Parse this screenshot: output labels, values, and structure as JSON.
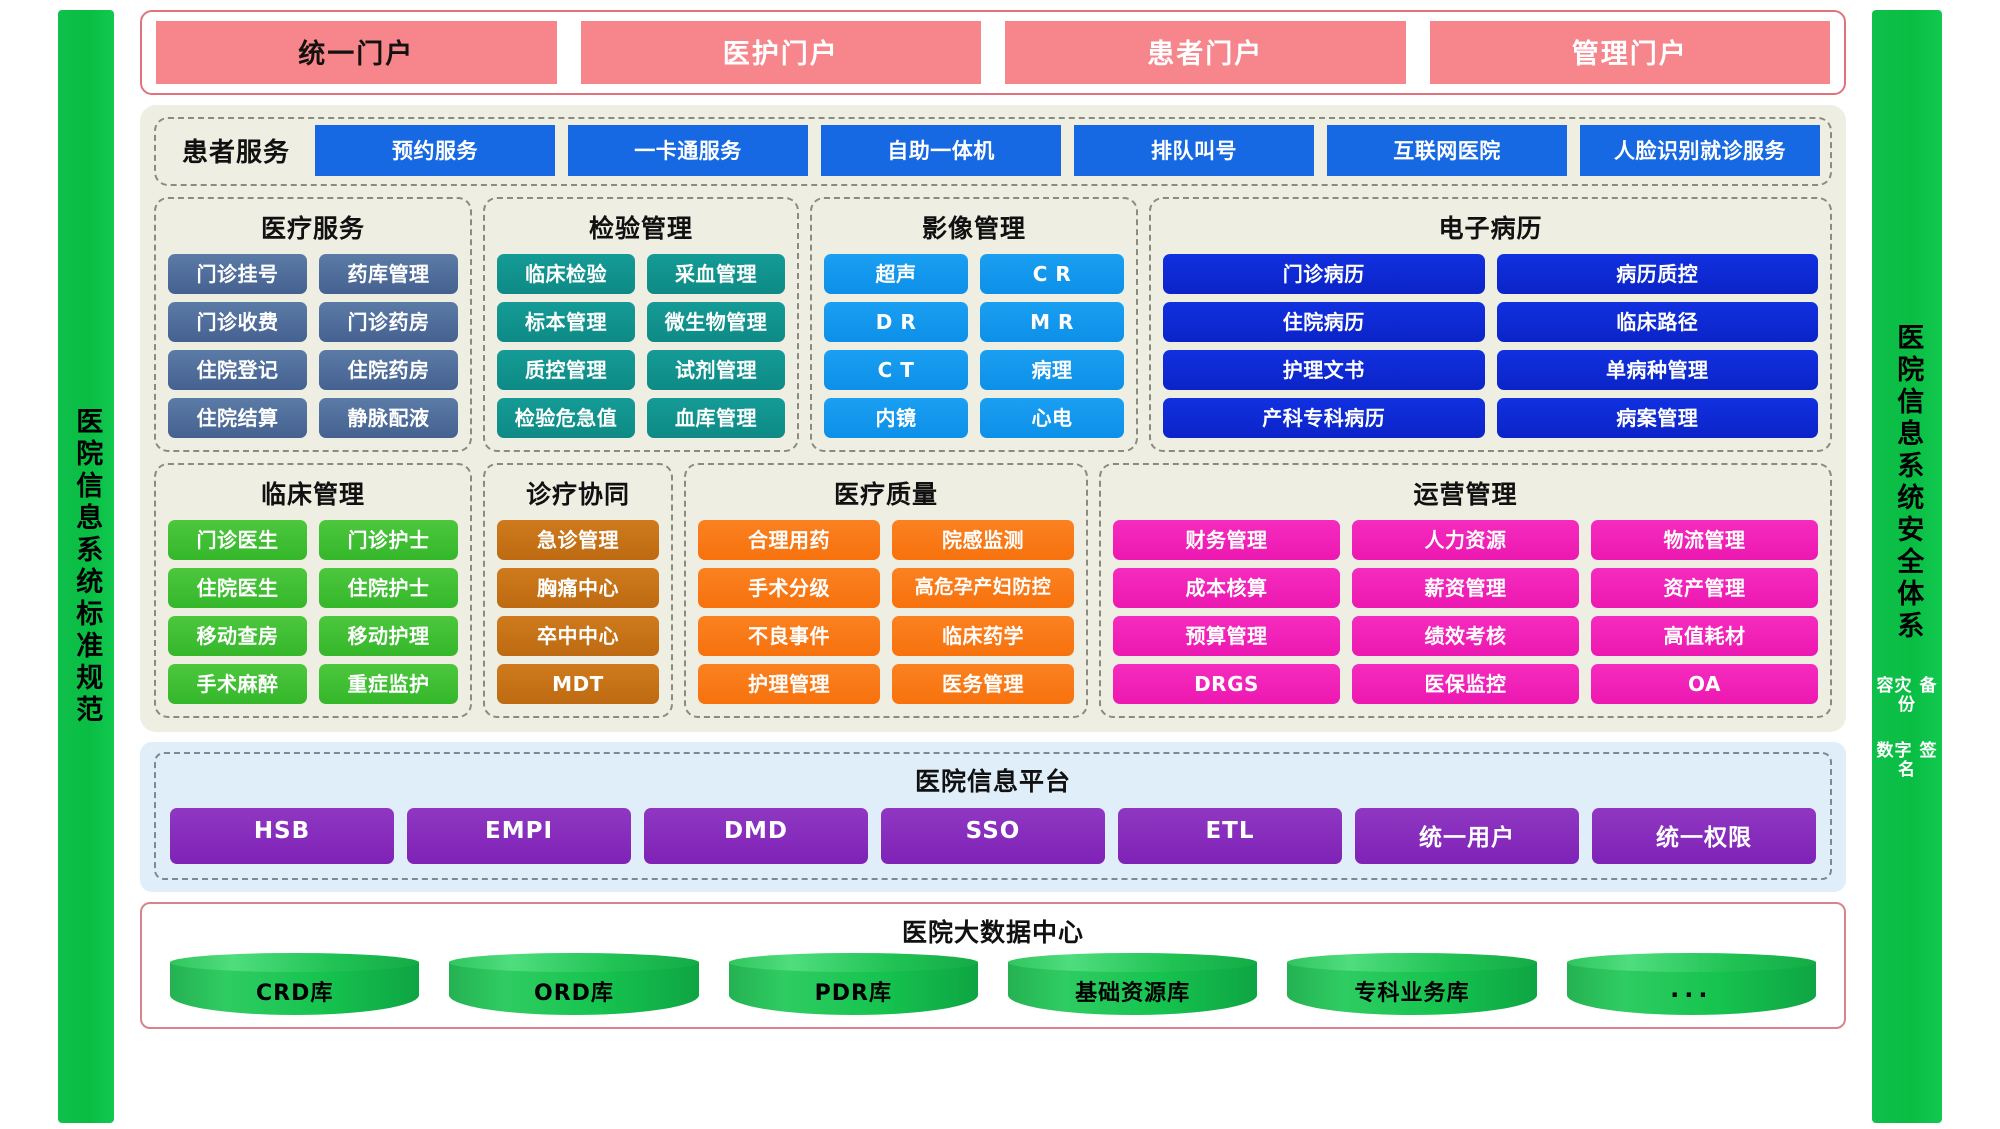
{
  "side_left": {
    "title": "医院信息系统标准规范"
  },
  "side_right": {
    "title": "医院信息系统安全体系",
    "sub1": "容灾\n备份",
    "sub2": "数字\n签名"
  },
  "portals": [
    {
      "label": "统一门户",
      "text_color": "#14110f",
      "bg": "#f6858c"
    },
    {
      "label": "医护门户",
      "text_color": "#ffffff",
      "bg": "#f6858c"
    },
    {
      "label": "患者门户",
      "text_color": "#ffffff",
      "bg": "#f6858c"
    },
    {
      "label": "管理门户",
      "text_color": "#ffffff",
      "bg": "#f6858c"
    }
  ],
  "patient_services": {
    "title": "患者服务",
    "accent": "#1668e3",
    "items": [
      "预约服务",
      "一卡通服务",
      "自助一体机",
      "排队叫号",
      "互联网医院",
      "人脸识别就诊服务"
    ]
  },
  "groups_row1": [
    {
      "title": "医疗服务",
      "accent": "#4c6a99",
      "items": [
        "门诊挂号",
        "药库管理",
        "门诊收费",
        "门诊药房",
        "住院登记",
        "住院药房",
        "住院结算",
        "静脉配液"
      ]
    },
    {
      "title": "检验管理",
      "accent": "#129490",
      "items": [
        "临床检验",
        "采血管理",
        "标本管理",
        "微生物管理",
        "质控管理",
        "试剂管理",
        "检验危急值",
        "血库管理"
      ]
    },
    {
      "title": "影像管理",
      "accent": "#1296ed",
      "items": [
        "超声",
        "C R",
        "D R",
        "M R",
        "C T",
        "病理",
        "内镜",
        "心电"
      ]
    },
    {
      "title": "电子病历",
      "accent": "#0f2ad4",
      "items": [
        "门诊病历",
        "病历质控",
        "住院病历",
        "临床路径",
        "护理文书",
        "单病种管理",
        "产科专科病历",
        "病案管理"
      ]
    }
  ],
  "groups_row2": [
    {
      "title": "临床管理",
      "accent": "#41bf34",
      "items": [
        "门诊医生",
        "门诊护士",
        "住院医生",
        "住院护士",
        "移动查房",
        "移动护理",
        "手术麻醉",
        "重症监护"
      ]
    },
    {
      "title": "诊疗协同",
      "accent": "#c67217",
      "items": [
        "急诊管理",
        "胸痛中心",
        "卒中中心",
        "MDT"
      ]
    },
    {
      "title": "医疗质量",
      "accent": "#f97a16",
      "items": [
        "合理用药",
        "院感监测",
        "手术分级",
        "高危孕产妇防控",
        "不良事件",
        "临床药学",
        "护理管理",
        "医务管理"
      ]
    },
    {
      "title": "运营管理",
      "accent": "#f022b7",
      "items": [
        "财务管理",
        "人力资源",
        "物流管理",
        "成本核算",
        "薪资管理",
        "资产管理",
        "预算管理",
        "绩效考核",
        "高值耗材",
        "DRGS",
        "医保监控",
        "OA"
      ]
    }
  ],
  "platform": {
    "title": "医院信息平台",
    "accent": "#862cbc",
    "bg": "#dfeef8",
    "items": [
      "HSB",
      "EMPI",
      "DMD",
      "SSO",
      "ETL",
      "统一用户",
      "统一权限"
    ]
  },
  "bigdata": {
    "title": "医院大数据中心",
    "accent": "#21c355",
    "border": "#d8848c",
    "items": [
      "CRD库",
      "ORD库",
      "PDR库",
      "基础资源库",
      "专科业务库",
      "..."
    ]
  }
}
